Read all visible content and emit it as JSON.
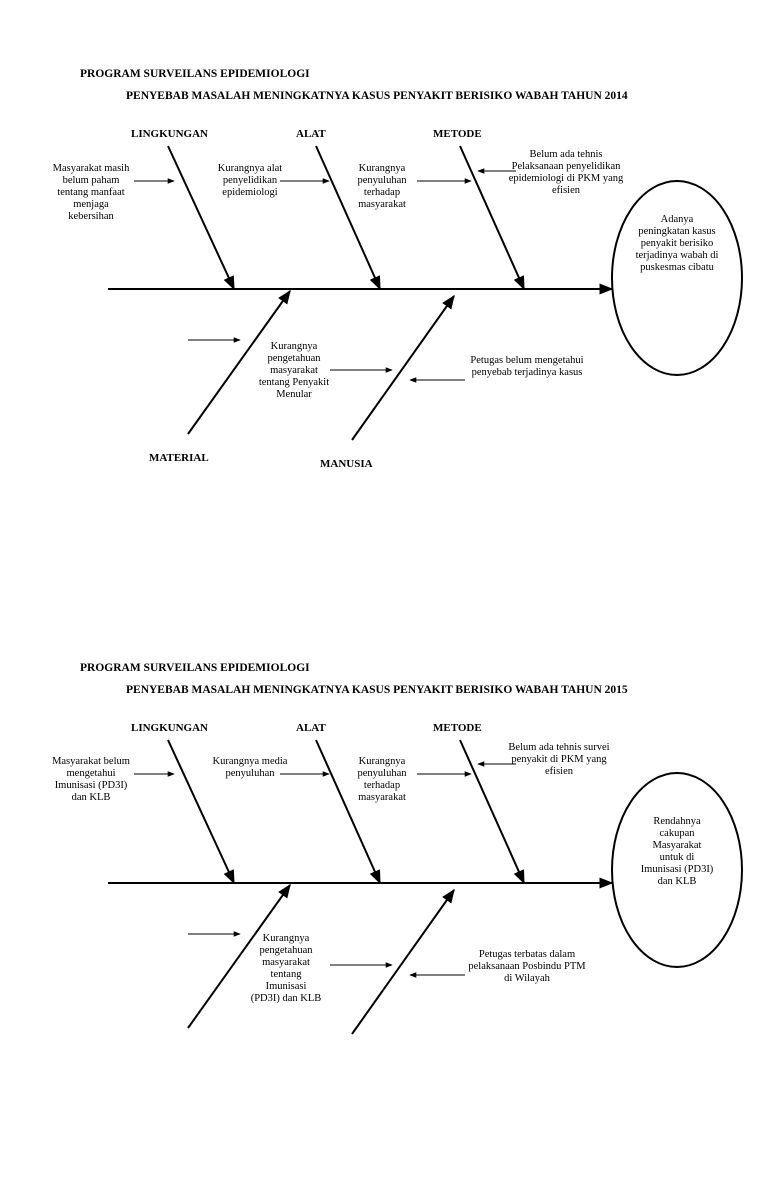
{
  "diagrams": [
    {
      "program": "PROGRAM SURVEILANS EPIDEMIOLOGI",
      "title": "PENYEBAB MASALAH MENINGKATNYA KASUS PENYAKIT BERISIKO WABAH TAHUN 2014",
      "categories": {
        "lingkungan": "LINGKUNGAN",
        "alat": "ALAT",
        "metode": "METODE",
        "material": "MATERIAL",
        "manusia": "MANUSIA"
      },
      "causes": {
        "lingkungan": "Masyarakat masih belum paham tentang manfaat menjaga kebersihan",
        "alat": "Kurangnya alat penyelidikan epidemiologi",
        "metode_left": "Kurangnya penyuluhan terhadap masyarakat",
        "metode_right": "Belum ada tehnis Pelaksanaan penyelidikan epidemiologi di PKM yang efisien",
        "material": "Kurangnya pengetahuan masyarakat tentang Penyakit Menular",
        "manusia": "Petugas belum mengetahui penyebab terjadinya kasus"
      },
      "effect": "Adanya peningkatan kasus penyakit berisiko terjadinya wabah di puskesmas cibatu"
    },
    {
      "program": "PROGRAM SURVEILANS EPIDEMIOLOGI",
      "title": "PENYEBAB MASALAH MENINGKATNYA KASUS PENYAKIT BERISIKO WABAH TAHUN 2015",
      "categories": {
        "lingkungan": "LINGKUNGAN",
        "alat": "ALAT",
        "metode": "METODE",
        "material": "",
        "manusia": ""
      },
      "causes": {
        "lingkungan": "Masyarakat belum mengetahui Imunisasi (PD3I) dan KLB",
        "alat": "Kurangnya media penyuluhan",
        "metode_left": "Kurangnya penyuluhan terhadap masyarakat",
        "metode_right": "Belum ada tehnis survei penyakit di PKM yang efisien",
        "material": "Kurangnya pengetahuan masyarakat tentang Imunisasi (PD3I) dan KLB",
        "manusia": "Petugas terbatas dalam pelaksanaan Posbindu PTM di Wilayah"
      },
      "effect": "Rendahnya cakupan Masyarakat untuk di Imunisasi (PD3I) dan KLB"
    }
  ]
}
